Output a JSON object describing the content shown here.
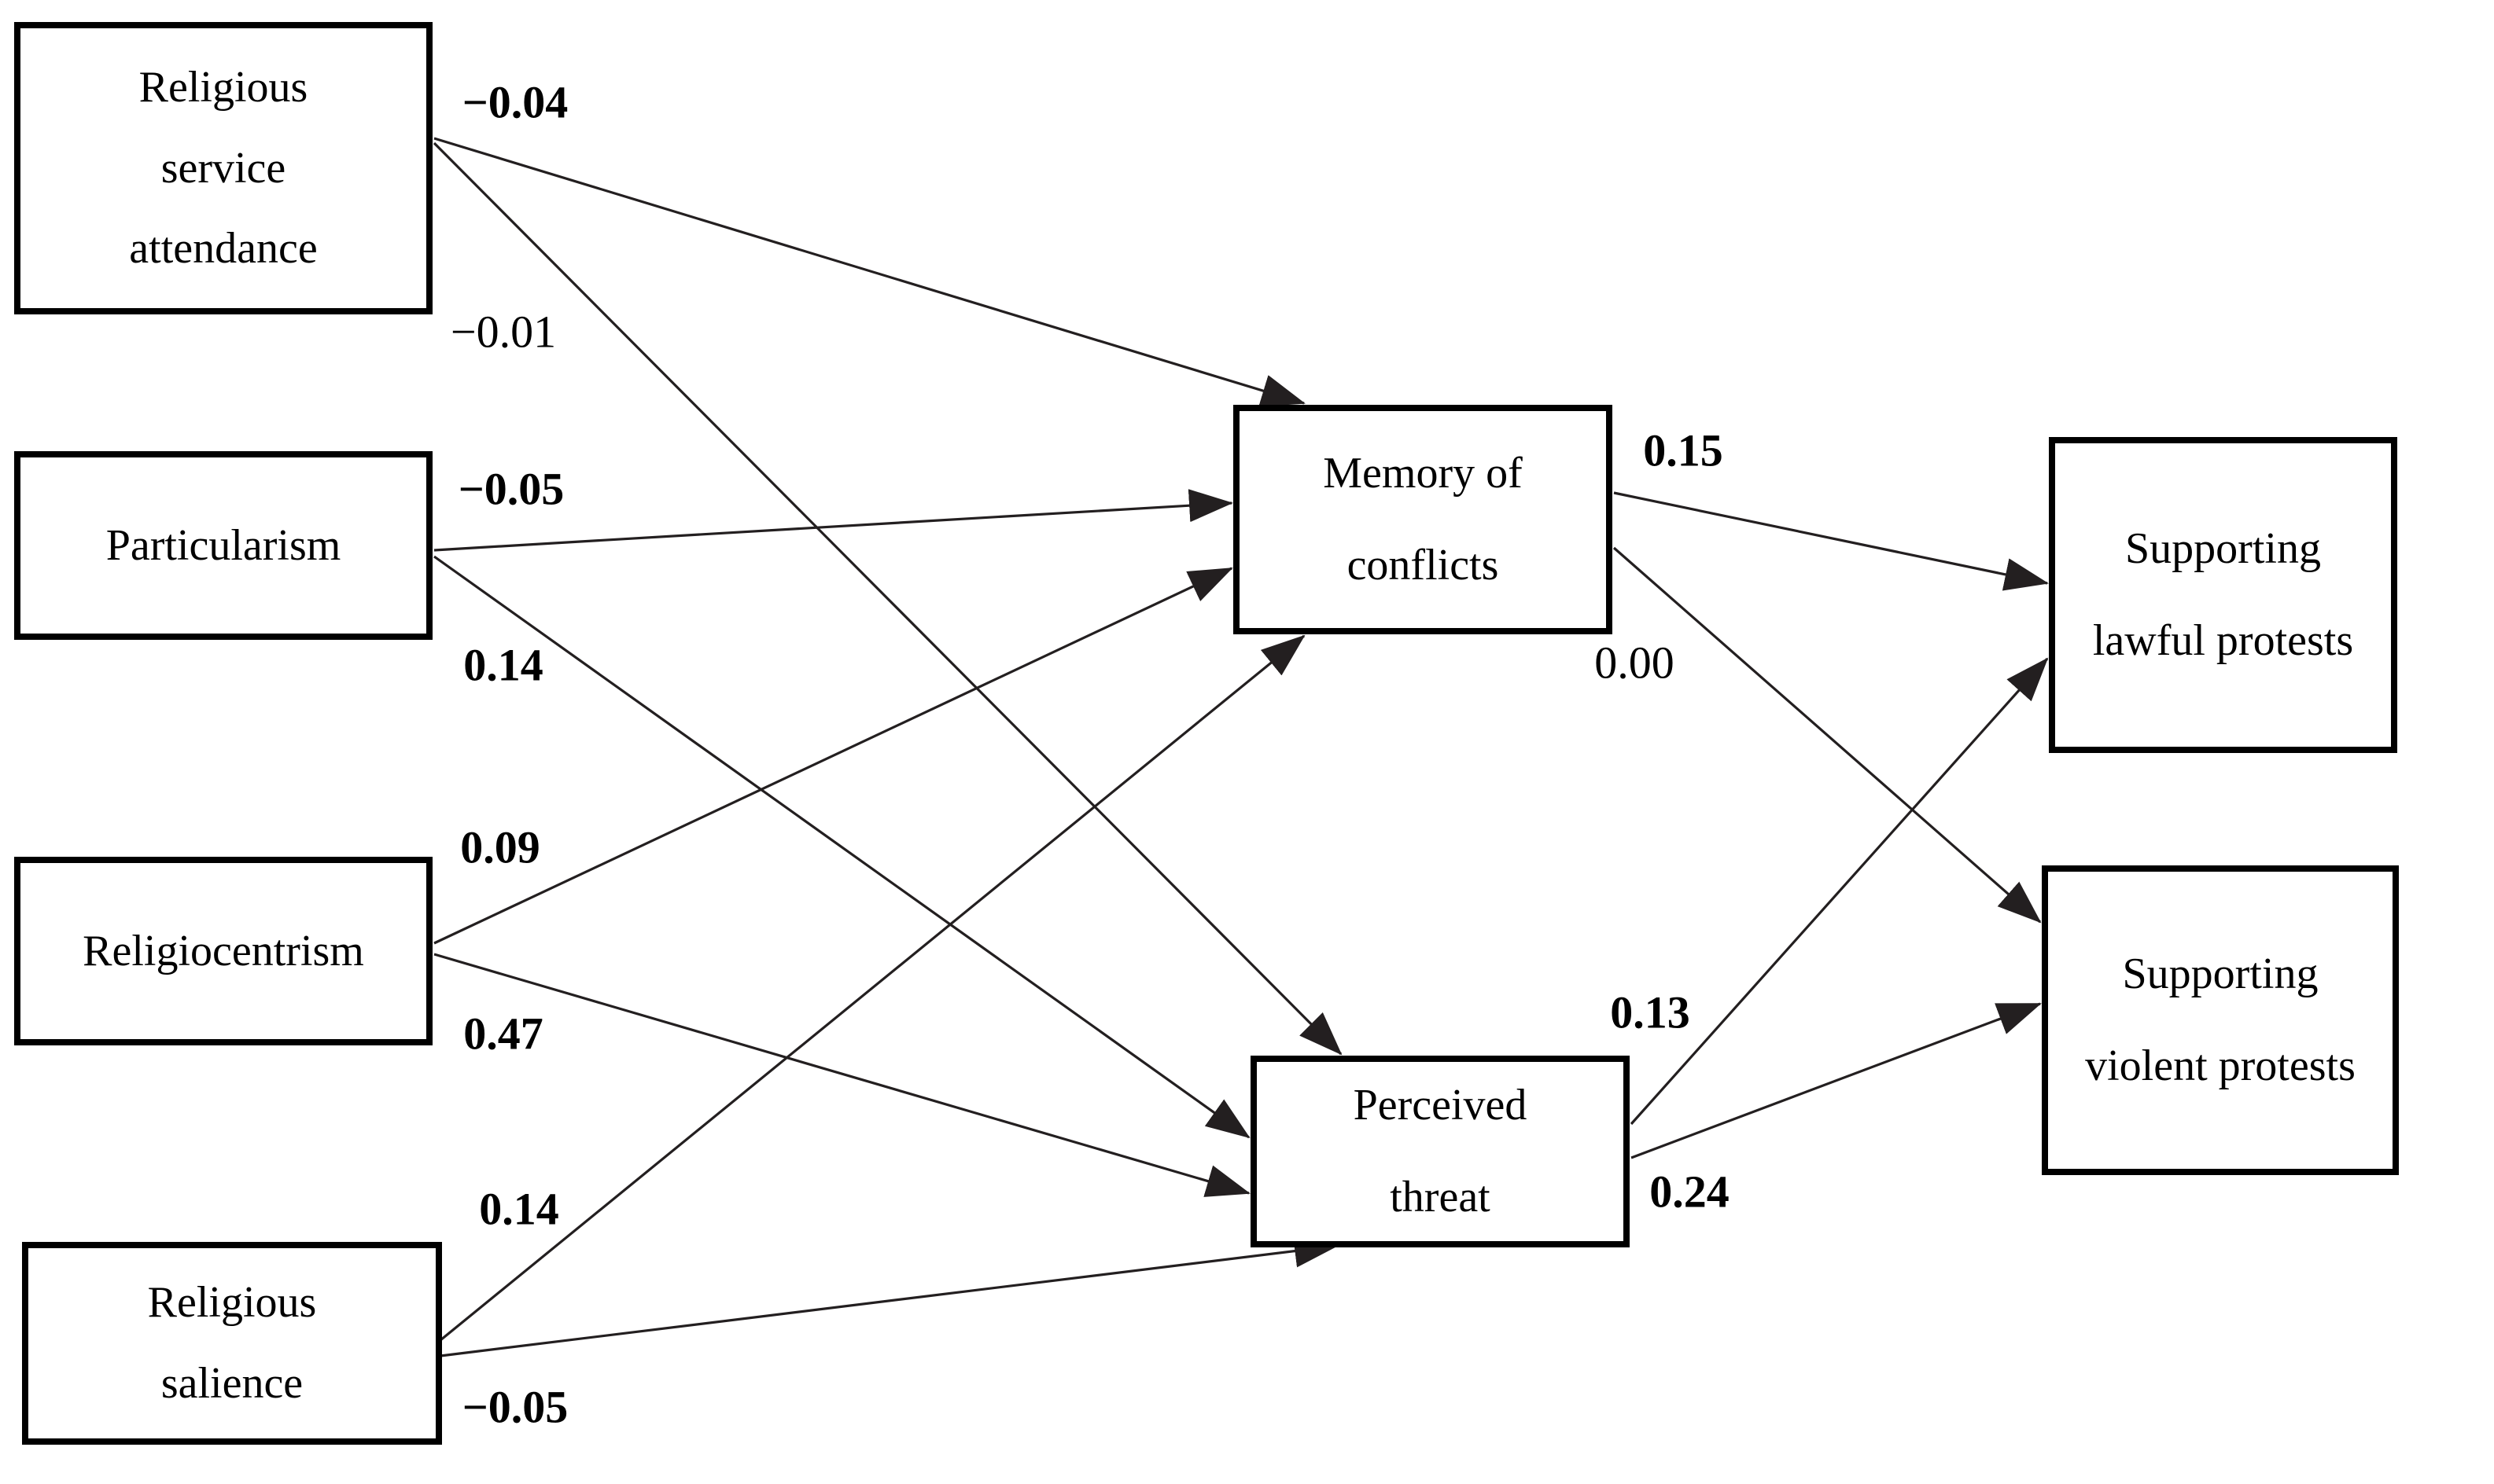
{
  "figure": {
    "type": "path-diagram",
    "background": "#ffffff",
    "box_border_color": "#000000",
    "line_color": "#231f20",
    "text_color": "#000000"
  },
  "nodes": {
    "rsa": {
      "id": "religious-service-attendance",
      "lines": [
        "Religious",
        "service",
        "attendance"
      ]
    },
    "part": {
      "id": "particularism",
      "lines": [
        "Particularism"
      ]
    },
    "relig": {
      "id": "religiocentrism",
      "lines": [
        "Religiocentrism"
      ]
    },
    "sal": {
      "id": "religious-salience",
      "lines": [
        "Religious",
        "salience"
      ]
    },
    "memory": {
      "id": "memory-of-conflicts",
      "lines": [
        "Memory of",
        "conflicts"
      ]
    },
    "threat": {
      "id": "perceived-threat",
      "lines": [
        "Perceived",
        "threat"
      ]
    },
    "lawful": {
      "id": "supporting-lawful-protests",
      "lines": [
        "Supporting",
        "lawful protests"
      ]
    },
    "violent": {
      "id": "supporting-violent-protests",
      "lines": [
        "Supporting",
        "violent protests"
      ]
    }
  },
  "edges": [
    {
      "from": "religious-service-attendance",
      "to": "memory-of-conflicts",
      "value": "−0.04",
      "bold": true
    },
    {
      "from": "religious-service-attendance",
      "to": "perceived-threat",
      "value": "−0.01",
      "bold": false
    },
    {
      "from": "particularism",
      "to": "memory-of-conflicts",
      "value": "−0.05",
      "bold": true
    },
    {
      "from": "particularism",
      "to": "perceived-threat",
      "value": "0.14",
      "bold": true
    },
    {
      "from": "religiocentrism",
      "to": "memory-of-conflicts",
      "value": "0.09",
      "bold": true
    },
    {
      "from": "religiocentrism",
      "to": "perceived-threat",
      "value": "0.47",
      "bold": true
    },
    {
      "from": "religious-salience",
      "to": "memory-of-conflicts",
      "value": "0.14",
      "bold": true
    },
    {
      "from": "religious-salience",
      "to": "perceived-threat",
      "value": "−0.05",
      "bold": true
    },
    {
      "from": "memory-of-conflicts",
      "to": "supporting-lawful-protests",
      "value": "0.15",
      "bold": true
    },
    {
      "from": "memory-of-conflicts",
      "to": "supporting-violent-protests",
      "value": "0.00",
      "bold": false
    },
    {
      "from": "perceived-threat",
      "to": "supporting-lawful-protests",
      "value": "0.13",
      "bold": true
    },
    {
      "from": "perceived-threat",
      "to": "supporting-violent-protests",
      "value": "0.24",
      "bold": true
    }
  ]
}
